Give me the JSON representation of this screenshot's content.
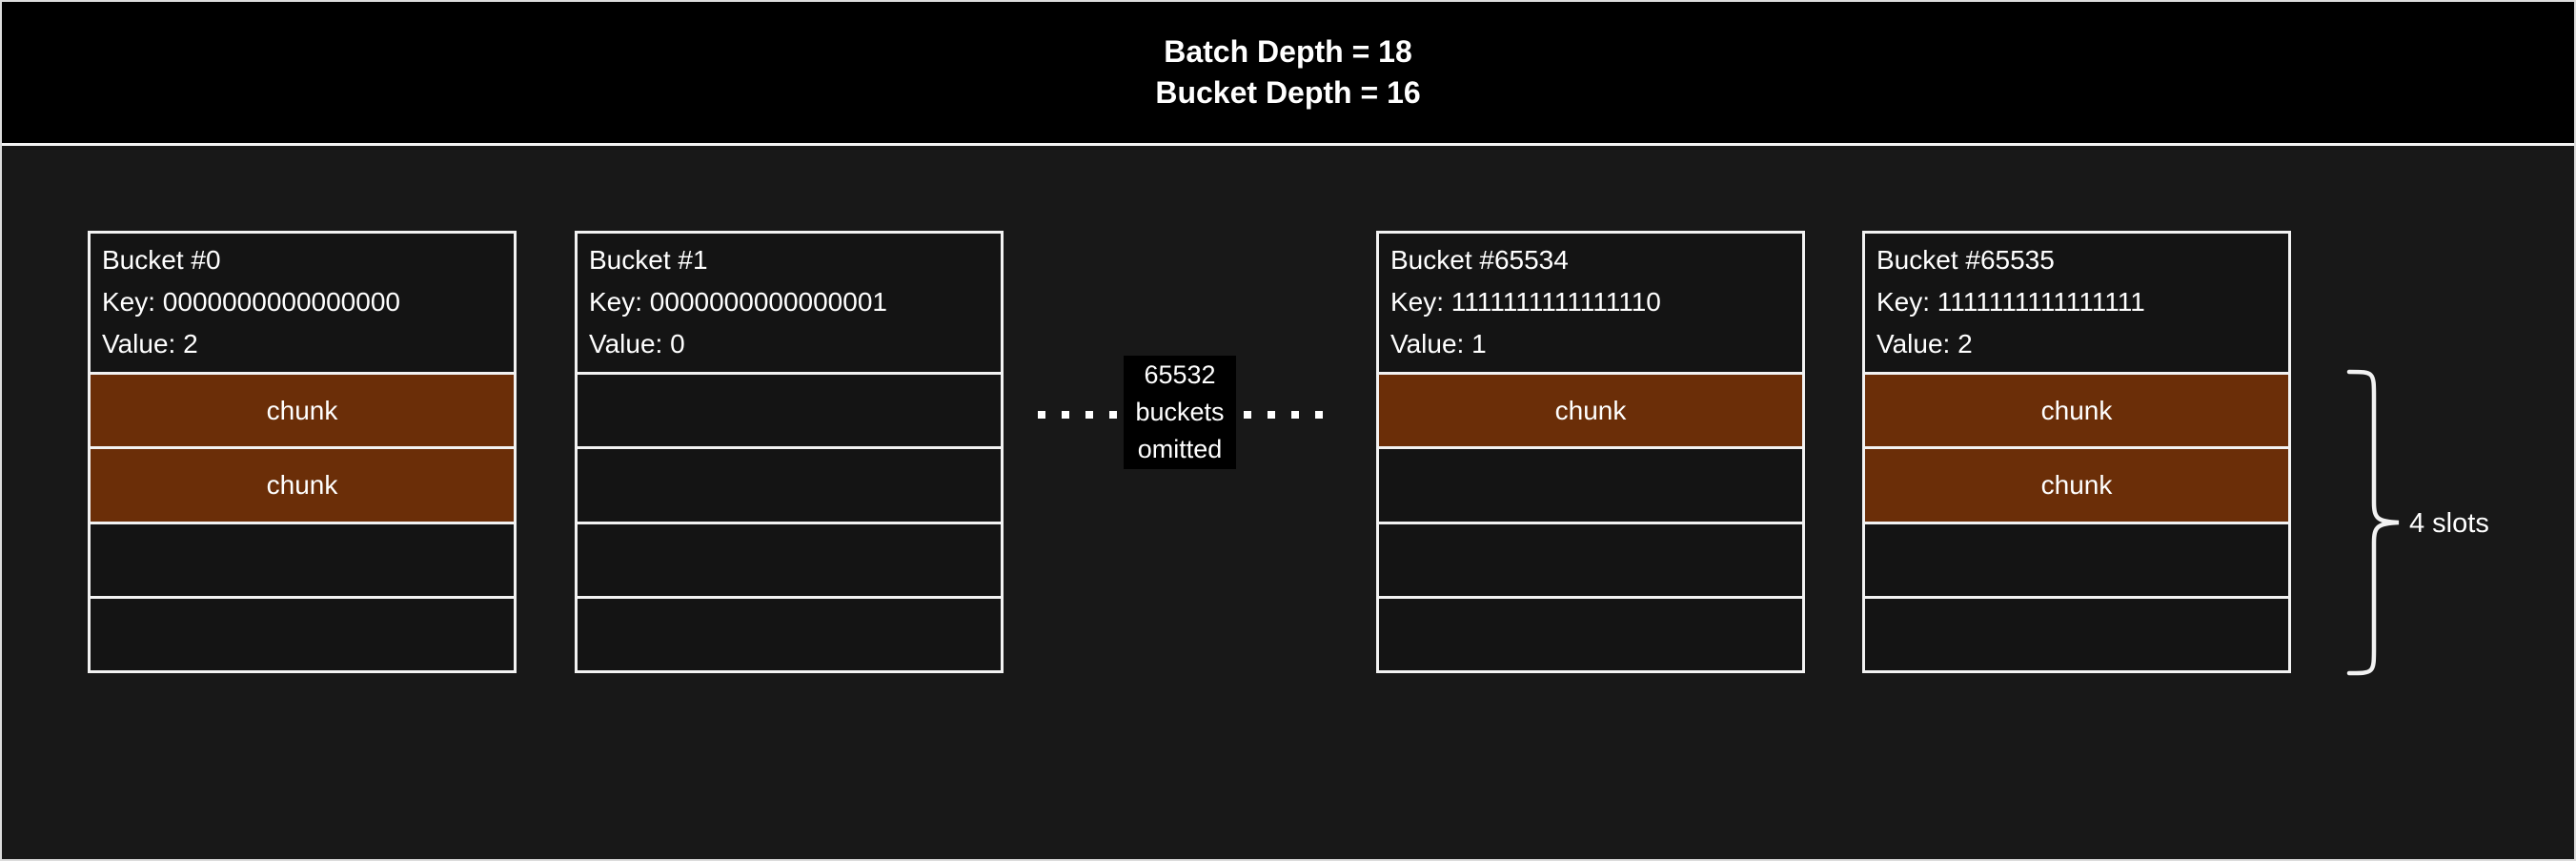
{
  "header": {
    "line1": "Batch Depth = 18",
    "line2": "Bucket Depth = 16"
  },
  "buckets": [
    {
      "name": "Bucket #0",
      "key": "Key: 0000000000000000",
      "value": "Value: 2",
      "slots": [
        {
          "filled": true,
          "label": "chunk"
        },
        {
          "filled": true,
          "label": "chunk"
        },
        {
          "filled": false,
          "label": ""
        },
        {
          "filled": false,
          "label": ""
        }
      ]
    },
    {
      "name": "Bucket #1",
      "key": "Key: 0000000000000001",
      "value": "Value: 0",
      "slots": [
        {
          "filled": false,
          "label": ""
        },
        {
          "filled": false,
          "label": ""
        },
        {
          "filled": false,
          "label": ""
        },
        {
          "filled": false,
          "label": ""
        }
      ]
    },
    {
      "name": "Bucket #65534",
      "key": "Key: 1111111111111110",
      "value": "Value: 1",
      "slots": [
        {
          "filled": true,
          "label": "chunk"
        },
        {
          "filled": false,
          "label": ""
        },
        {
          "filled": false,
          "label": ""
        },
        {
          "filled": false,
          "label": ""
        }
      ]
    },
    {
      "name": "Bucket #65535",
      "key": "Key: 1111111111111111",
      "value": "Value: 2",
      "slots": [
        {
          "filled": true,
          "label": "chunk"
        },
        {
          "filled": true,
          "label": "chunk"
        },
        {
          "filled": false,
          "label": ""
        },
        {
          "filled": false,
          "label": ""
        }
      ]
    }
  ],
  "omitted": {
    "line1": "65532",
    "line2": "buckets",
    "line3": "omitted"
  },
  "annotation": {
    "label": "4 slots"
  },
  "colors": {
    "background": "#181818",
    "header_bg": "#000000",
    "bucket_bg": "#141414",
    "chunk": "#6B2E08",
    "border": "#f2f2f2",
    "text": "#ffffff"
  }
}
